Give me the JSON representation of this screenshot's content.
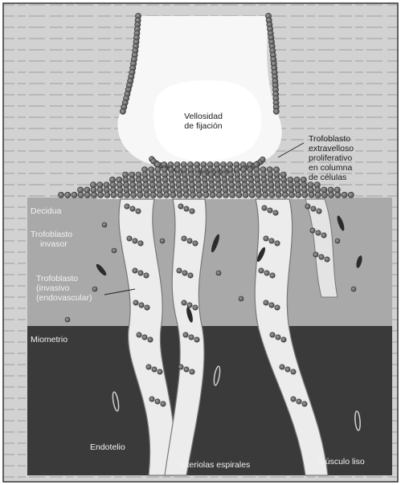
{
  "labels": {
    "vellosidad": [
      "Vellosidad",
      "de fijación"
    ],
    "trofoblasto_extravelloso": [
      "Trofoblasto",
      "extravelloso",
      "proliferativo",
      "en columna",
      "de células"
    ],
    "decidua": "Decidua",
    "trofoblasto_invasor": [
      "Trofoblasto",
      "invasor"
    ],
    "trofoblasto_endovascular": [
      "Trofoblasto",
      "(invasivo",
      "(endovascular)"
    ],
    "miometrio": "Miometrio",
    "endotelio": "Endotelio",
    "arteriolas": "Arteriolas espirales",
    "musculo": "Músculo liso"
  },
  "colors": {
    "background_text": "#c9c9c9",
    "decidua": "#a9a9a9",
    "miometrio": "#3a3a3a",
    "cells": "#6e6e6e",
    "vessel_lumen": "#f4f4f4"
  }
}
